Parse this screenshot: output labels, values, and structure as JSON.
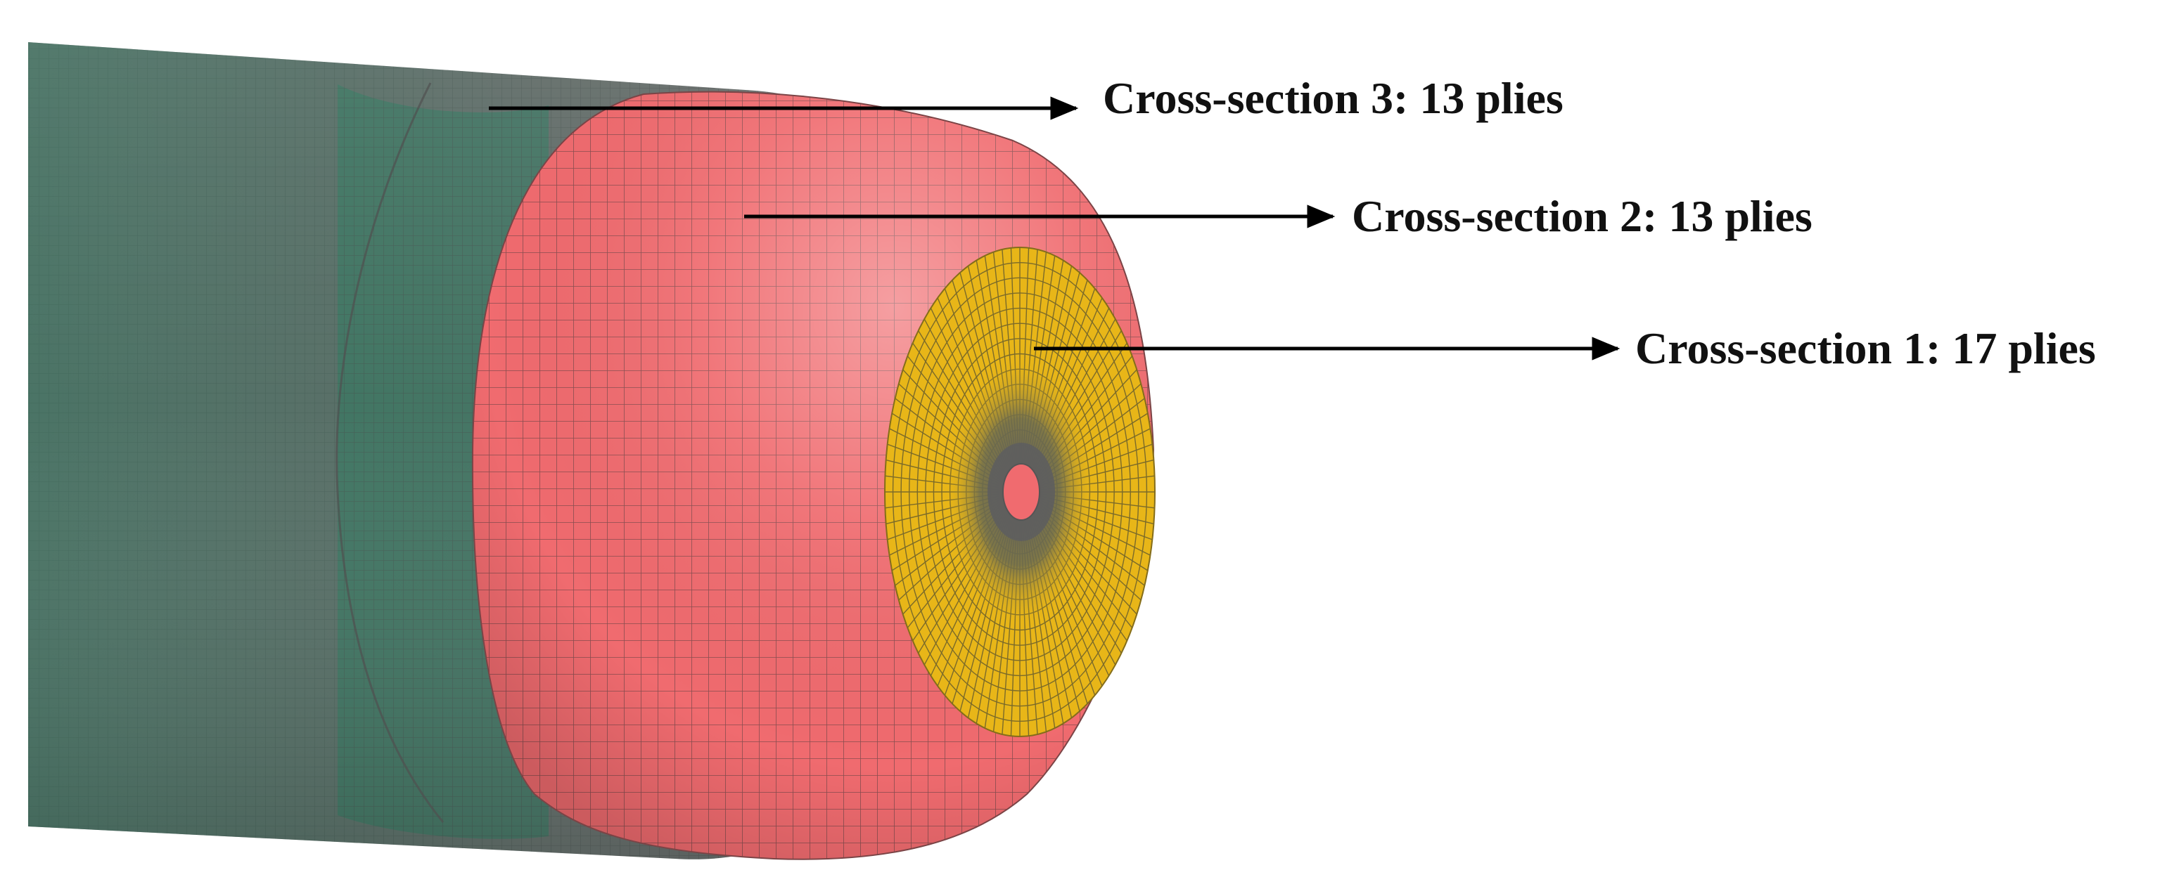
{
  "annotations": [
    {
      "id": "cross-section-3",
      "text": "Cross-section 3: 13 plies"
    },
    {
      "id": "cross-section-2",
      "text": "Cross-section 2: 13 plies"
    },
    {
      "id": "cross-section-1",
      "text": "Cross-section 1: 17 plies"
    }
  ],
  "colors": {
    "cylinder_grey": "#6e6e6e",
    "cylinder_green": "#2e7d62",
    "dome_red": "#f0666b",
    "cap_yellow": "#e6b417",
    "mesh_line": "#555555",
    "arrow": "#000000"
  }
}
